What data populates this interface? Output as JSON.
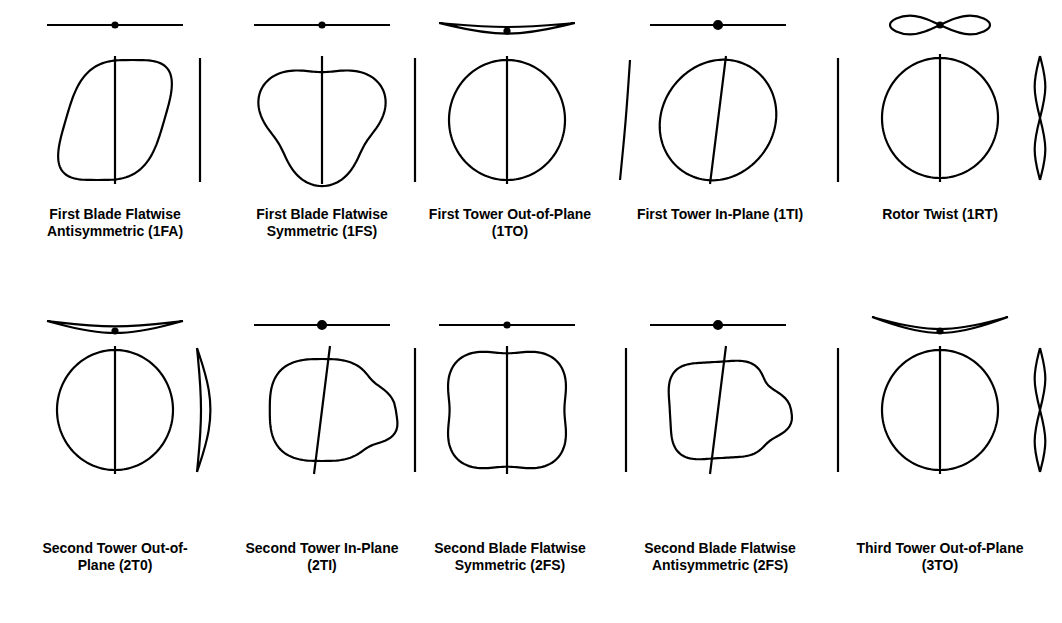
{
  "diagram": {
    "labels": [
      "First Blade Flatwise Antisymmetric (1FA)",
      "First Blade Flatwise Symmetric (1FS)",
      "First Tower Out-of-Plane (1TO)",
      "First Tower In-Plane (1TI)",
      "Rotor Twist (1RT)",
      "Second Tower Out-of-Plane (2T0)",
      "Second Tower In-Plane (2TI)",
      "Second Blade Flatwise Symmetric (2FS)",
      "Second Blade Flatwise Antisymmetric (2FS)",
      "Third Tower Out-of-Plane (3TO)"
    ]
  }
}
